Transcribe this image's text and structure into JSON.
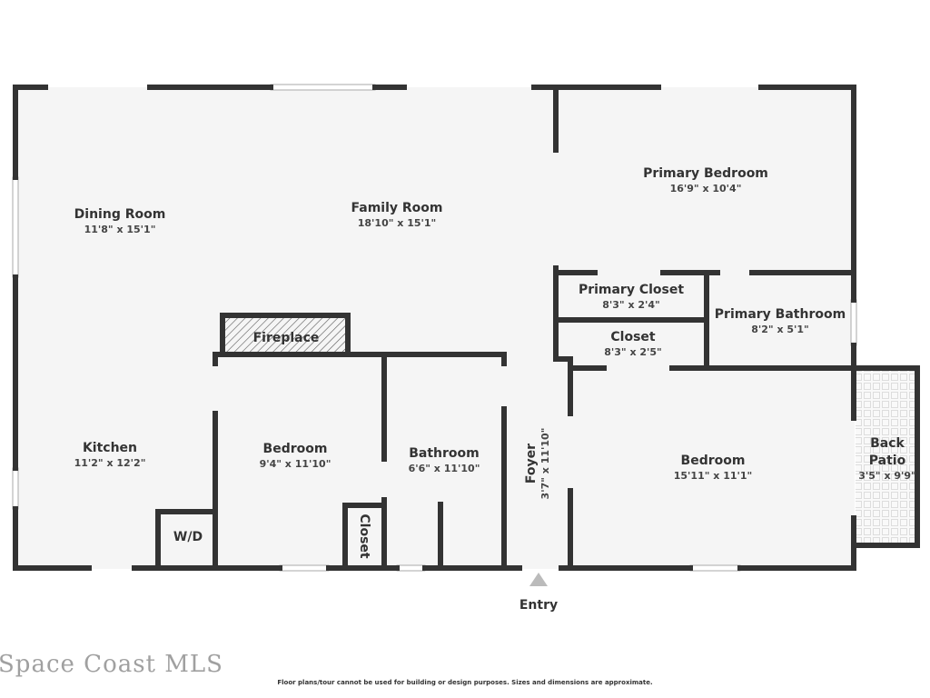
{
  "rooms": {
    "dining": {
      "name": "Dining Room",
      "dim": "11'8\" x 15'1\""
    },
    "family": {
      "name": "Family Room",
      "dim": "18'10\" x 15'1\""
    },
    "primary_bedroom": {
      "name": "Primary Bedroom",
      "dim": "16'9\" x 10'4\""
    },
    "primary_closet": {
      "name": "Primary Closet",
      "dim": "8'3\" x 2'4\""
    },
    "primary_bathroom": {
      "name": "Primary Bathroom",
      "dim": "8'2\" x 5'1\""
    },
    "closet": {
      "name": "Closet",
      "dim": "8'3\" x 2'5\""
    },
    "fireplace": {
      "name": "Fireplace"
    },
    "kitchen": {
      "name": "Kitchen",
      "dim": "11'2\" x 12'2\""
    },
    "bedroom2": {
      "name": "Bedroom",
      "dim": "9'4\" x 11'10\""
    },
    "bathroom": {
      "name": "Bathroom",
      "dim": "6'6\" x 11'10\""
    },
    "foyer": {
      "name": "Foyer",
      "dim": "3'7\" x 11'10\""
    },
    "bedroom3": {
      "name": "Bedroom",
      "dim": "15'11\" x 11'1\""
    },
    "back_patio": {
      "name1": "Back",
      "name2": "Patio",
      "dim": "3'5\" x 9'9\""
    },
    "wd": {
      "name": "W/D"
    },
    "small_closet": {
      "name": "Closet"
    }
  },
  "entry_label": "Entry",
  "watermark": "Space Coast MLS",
  "disclaimer": "Floor plans/tour cannot be used for building or design purposes. Sizes and dimensions are approximate.",
  "colors": {
    "wall": "#333333",
    "floor": "#f5f5f5"
  }
}
